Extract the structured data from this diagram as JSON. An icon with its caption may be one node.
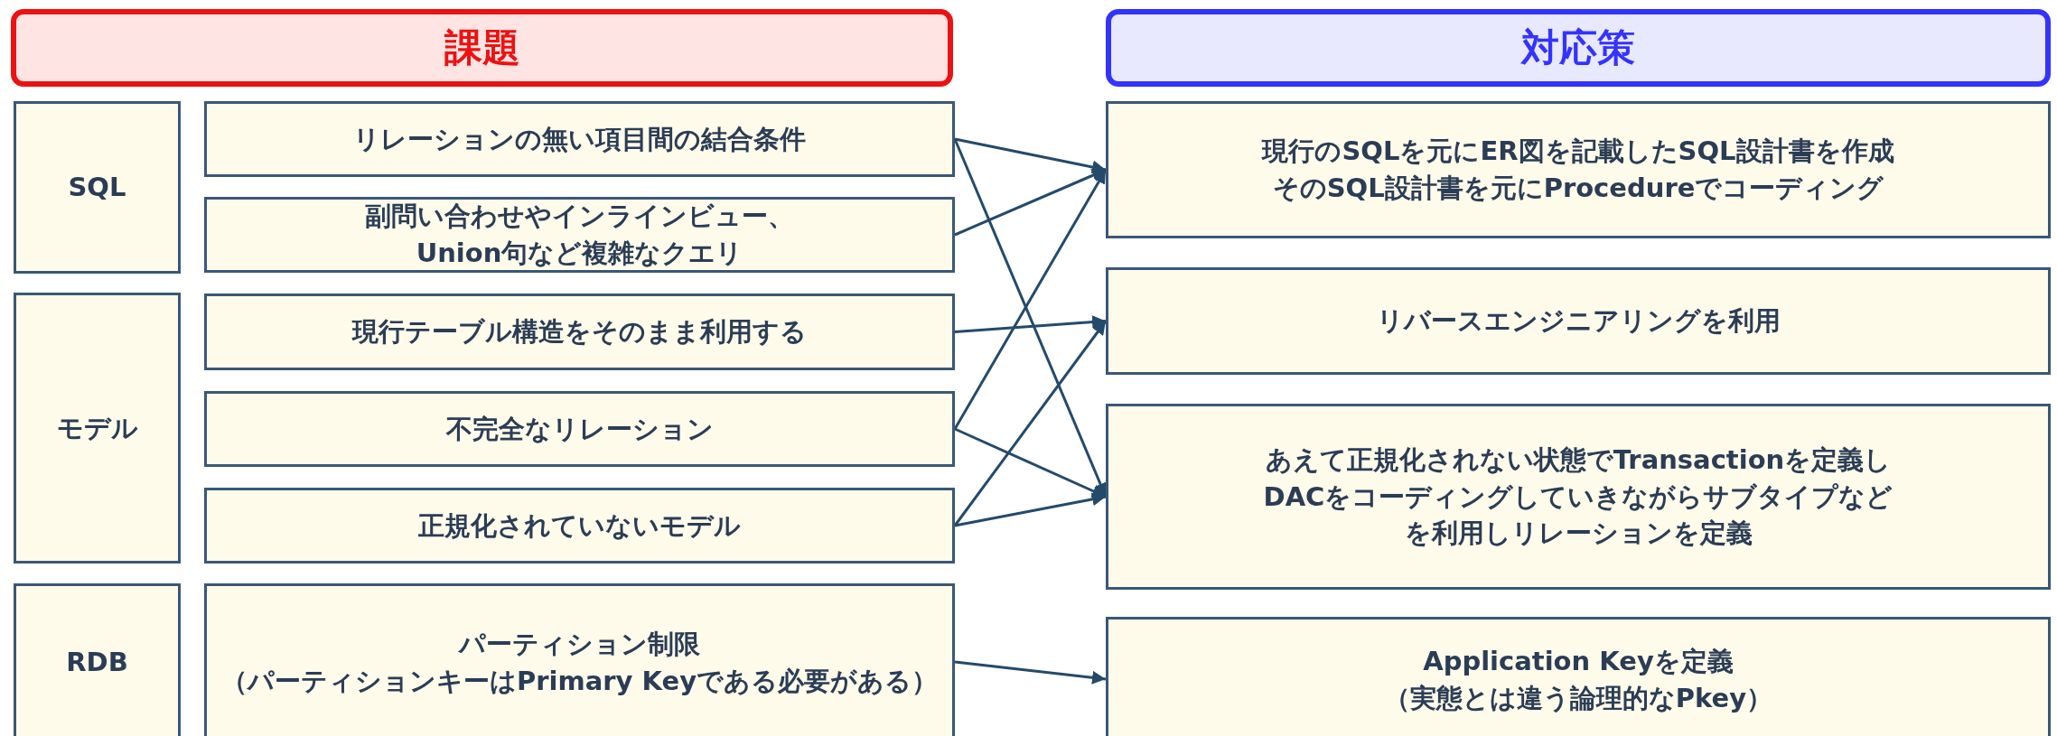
{
  "diagram": {
    "nodes": [
      {
        "text": [
          "課題"
        ]
      },
      {
        "text": [
          "対応策"
        ]
      },
      {
        "text": [
          "SQL"
        ]
      },
      {
        "text": [
          "モデル"
        ]
      },
      {
        "text": [
          "RDB"
        ]
      },
      {
        "text": [
          "リレーションの無い項目間の結合条件"
        ]
      },
      {
        "text": [
          "副問い合わせやインラインビュー、Union句など複雑なクエリ"
        ]
      },
      {
        "text": [
          "現行テーブル構造をそのまま利用する"
        ]
      },
      {
        "text": [
          "不完全なリレーション"
        ]
      },
      {
        "text": [
          "正規化されていないモデル"
        ]
      },
      {
        "text": [
          "パーティション制限",
          "（パーティションキーはPrimary Keyである必要がある）"
        ]
      },
      {
        "text": [
          "現行のSQLを元にER図を記載したSQL設計書を作成",
          "そのSQL設計書を元にProcedureでコーディング"
        ]
      },
      {
        "text": [
          "リバースエンジニアリングを利用"
        ]
      },
      {
        "text": [
          "あえて正規化されない状態でTransactionを定義しDACをコーディングしていきながらサブタイプなどを利用しリレーションを定義"
        ]
      },
      {
        "text": [
          "Application Keyを定義",
          "（実態とは違う論理的なPkey）"
        ]
      }
    ],
    "edges": [
      {
        "from": 5,
        "to": 11,
        "arrow": "to"
      },
      {
        "from": 5,
        "to": 13,
        "arrow": "to"
      },
      {
        "from": 6,
        "to": 11,
        "arrow": "to"
      },
      {
        "from": 7,
        "to": 12,
        "arrow": "to"
      },
      {
        "from": 8,
        "to": 11,
        "arrow": "to"
      },
      {
        "from": 8,
        "to": 13,
        "arrow": "to"
      },
      {
        "from": 9,
        "to": 12,
        "arrow": "to"
      },
      {
        "from": 9,
        "to": 13,
        "arrow": "to"
      },
      {
        "from": 10,
        "to": 14,
        "arrow": "to"
      }
    ]
  }
}
